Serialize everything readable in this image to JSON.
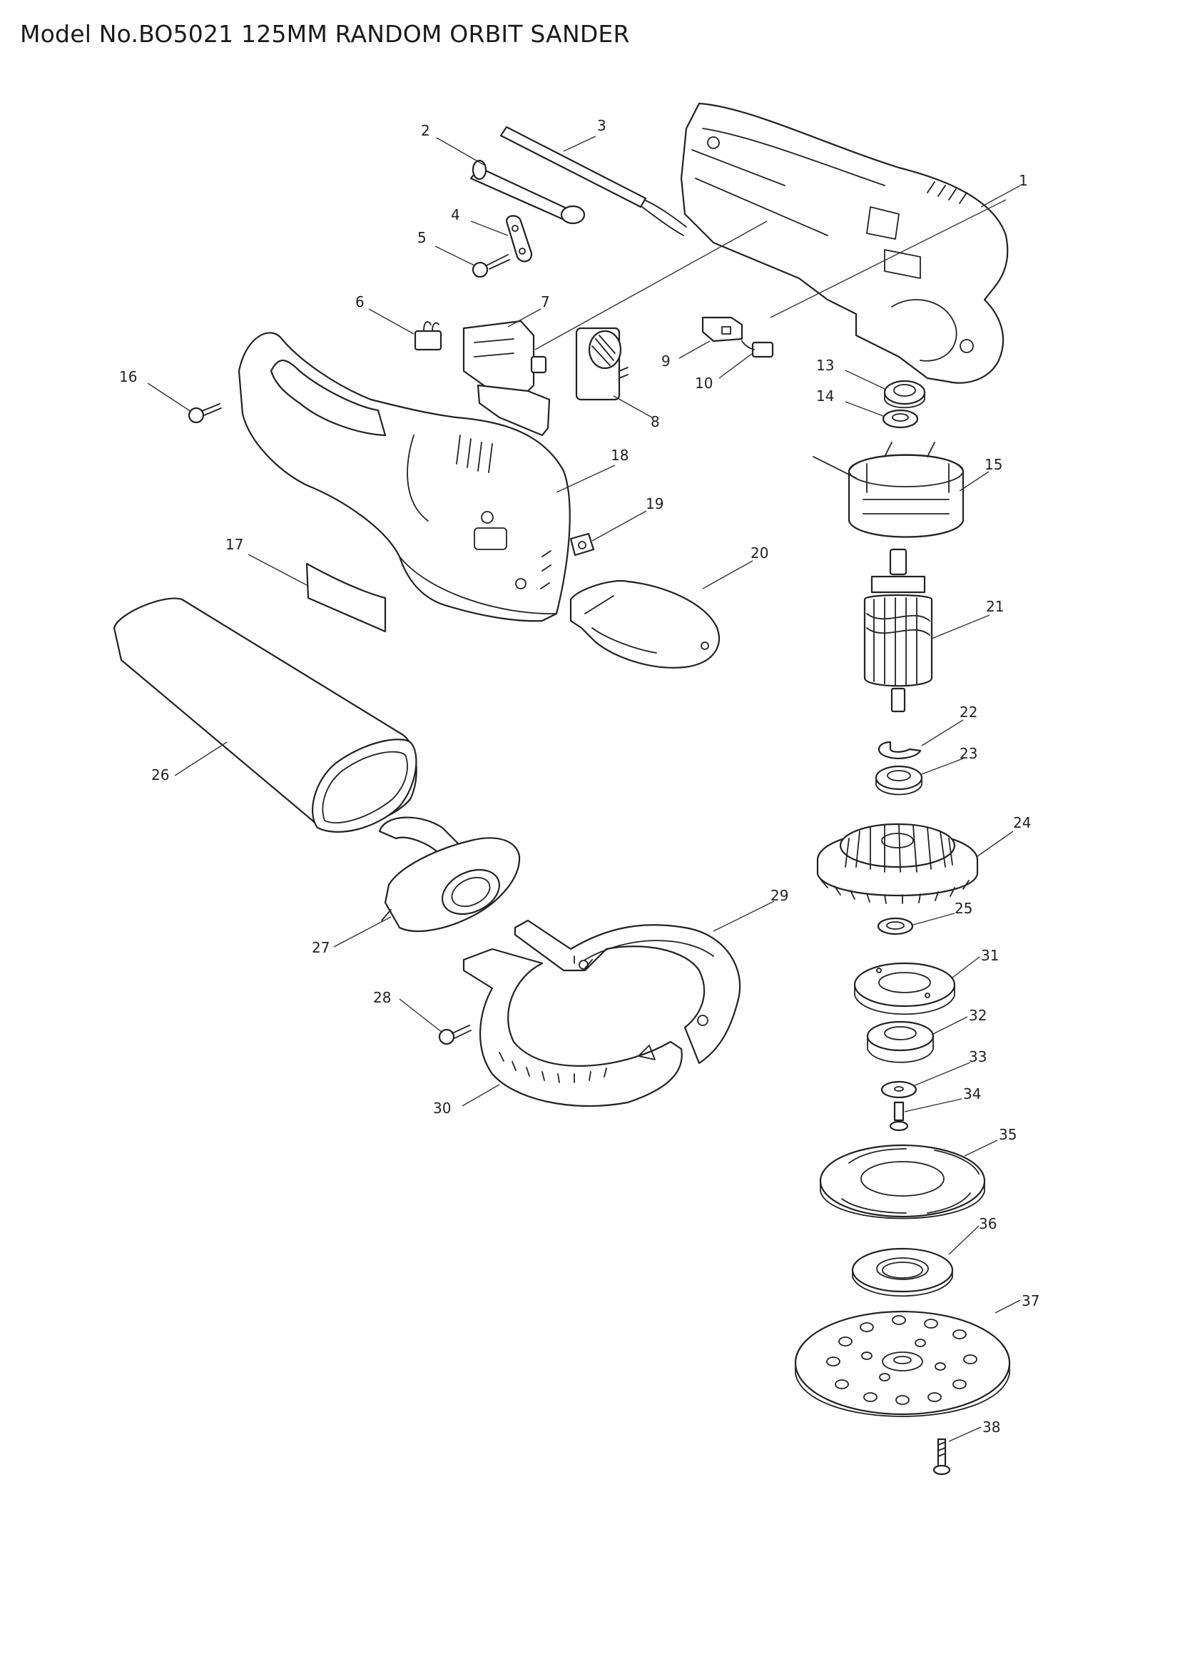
{
  "title": "Model No.BO5021 125MM RANDOM ORBIT SANDER",
  "callouts": {
    "c1": "1",
    "c2": "2",
    "c3": "3",
    "c4": "4",
    "c5": "5",
    "c6": "6",
    "c7": "7",
    "c8": "8",
    "c9": "9",
    "c10": "10",
    "c13": "13",
    "c14": "14",
    "c15": "15",
    "c16": "16",
    "c17": "17",
    "c18": "18",
    "c19": "19",
    "c20": "20",
    "c21": "21",
    "c22": "22",
    "c23": "23",
    "c24": "24",
    "c25": "25",
    "c26": "26",
    "c27": "27",
    "c28": "28",
    "c29": "29",
    "c30": "30",
    "c31": "31",
    "c32": "32",
    "c33": "33",
    "c34": "34",
    "c35": "35",
    "c36": "36",
    "c37": "37",
    "c38": "38"
  }
}
